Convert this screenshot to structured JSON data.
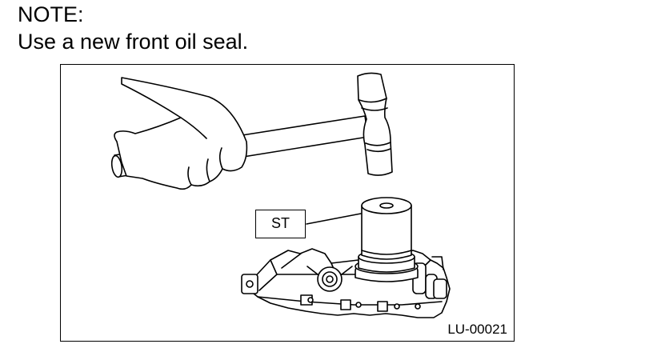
{
  "note": {
    "heading": "NOTE:",
    "text": "Use a new front oil seal."
  },
  "figure": {
    "callout_label": "ST",
    "figure_id": "LU-00021"
  }
}
